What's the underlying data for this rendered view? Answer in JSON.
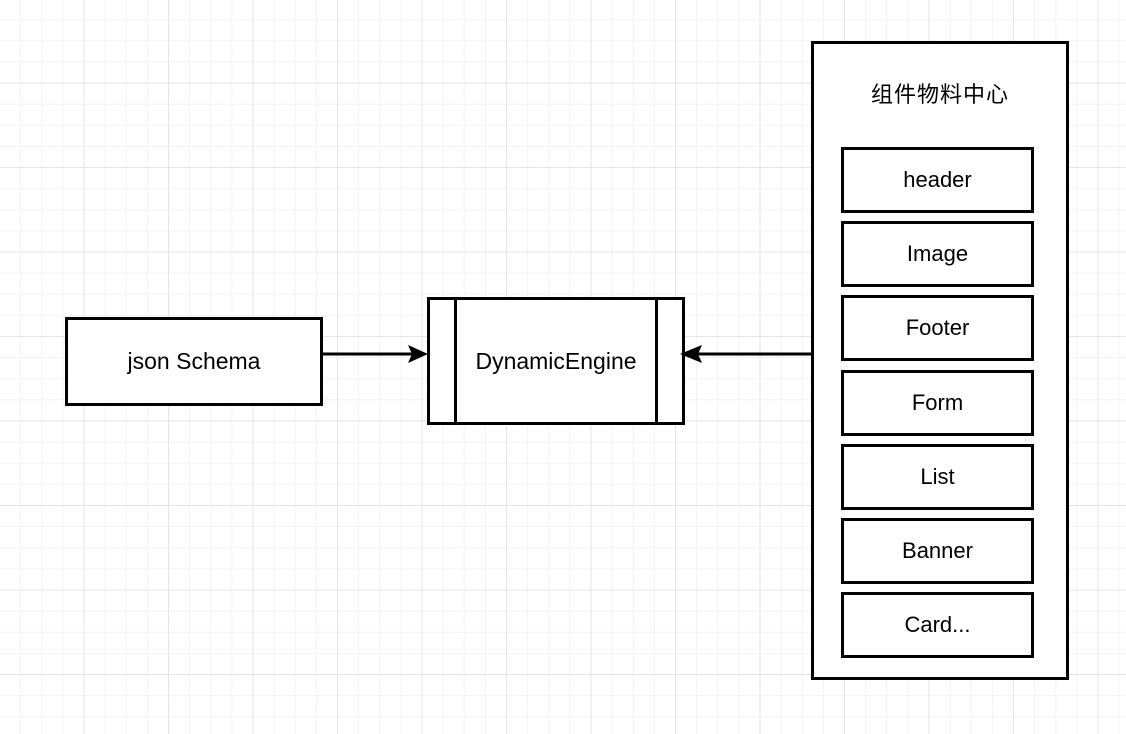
{
  "diagram": {
    "type": "flowchart",
    "background": "grid-paper",
    "colors": {
      "stroke": "#000000",
      "fill": "#ffffff",
      "grid_minor": "#f2f2f2",
      "grid_major": "#e4e4e4"
    },
    "nodes": {
      "json_schema": {
        "label": "json Schema",
        "shape": "rectangle"
      },
      "dynamic_engine": {
        "label": "DynamicEngine",
        "shape": "predefined-process"
      },
      "material_center": {
        "title": "组件物料中心",
        "shape": "container",
        "items": [
          {
            "label": "header"
          },
          {
            "label": "Image"
          },
          {
            "label": "Footer"
          },
          {
            "label": "Form"
          },
          {
            "label": "List"
          },
          {
            "label": "Banner"
          },
          {
            "label": "Card..."
          }
        ]
      }
    },
    "connectors": [
      {
        "from": "json_schema",
        "to": "dynamic_engine",
        "direction": "right",
        "style": "solid-arrow"
      },
      {
        "from": "material_center",
        "to": "dynamic_engine",
        "direction": "left",
        "style": "solid-arrow"
      }
    ]
  }
}
